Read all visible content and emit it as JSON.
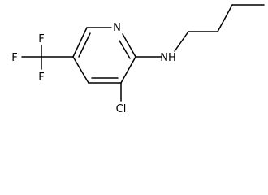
{
  "molecule": {
    "atoms": {
      "ring_nitrogen": "N",
      "amine": "NH",
      "chlorine": "Cl",
      "fluorine_top": "F",
      "fluorine_left": "F",
      "fluorine_bottom": "F"
    }
  },
  "colors": {
    "bond": "#000000",
    "label": "#000000"
  }
}
